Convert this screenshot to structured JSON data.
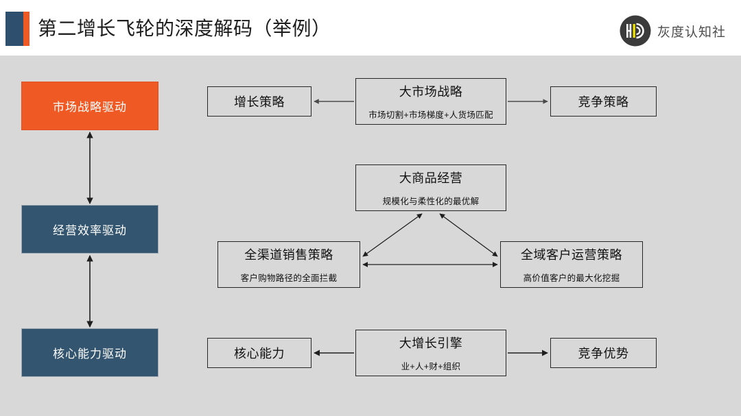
{
  "slide": {
    "title": "第二增长飞轮的深度解码（举例）",
    "background_color": "#d8d8d8",
    "accent_blue": "#2f4f6e",
    "accent_orange": "#ef5a24"
  },
  "brand": {
    "name": "灰度认知社",
    "mark_icon": "hd-monogram-icon",
    "mark_circle_color": "#3b3b3b",
    "mark_accent_color": "#f2e600"
  },
  "pillars": [
    {
      "label": "市场战略驱动",
      "color": "#ef5a24"
    },
    {
      "label": "经营效率驱动",
      "color": "#33556f"
    },
    {
      "label": "核心能力驱动",
      "color": "#33556f"
    }
  ],
  "rows": {
    "market": {
      "left": {
        "title": "增长策略",
        "subtitle": ""
      },
      "center": {
        "title": "大市场战略",
        "subtitle": "市场切割+市场梯度+人货场匹配"
      },
      "right": {
        "title": "竞争策略",
        "subtitle": ""
      }
    },
    "operation": {
      "top": {
        "title": "大商品经营",
        "subtitle": "规模化与柔性化的最优解"
      },
      "left": {
        "title": "全渠道销售策略",
        "subtitle": "客户购物路径的全面拦截"
      },
      "right": {
        "title": "全域客户运营策略",
        "subtitle": "高价值客户的最大化挖掘"
      }
    },
    "capability": {
      "left": {
        "title": "核心能力",
        "subtitle": ""
      },
      "center": {
        "title": "大增长引擎",
        "subtitle": "业+人+财+组织"
      },
      "right": {
        "title": "竞争优势",
        "subtitle": ""
      }
    }
  }
}
